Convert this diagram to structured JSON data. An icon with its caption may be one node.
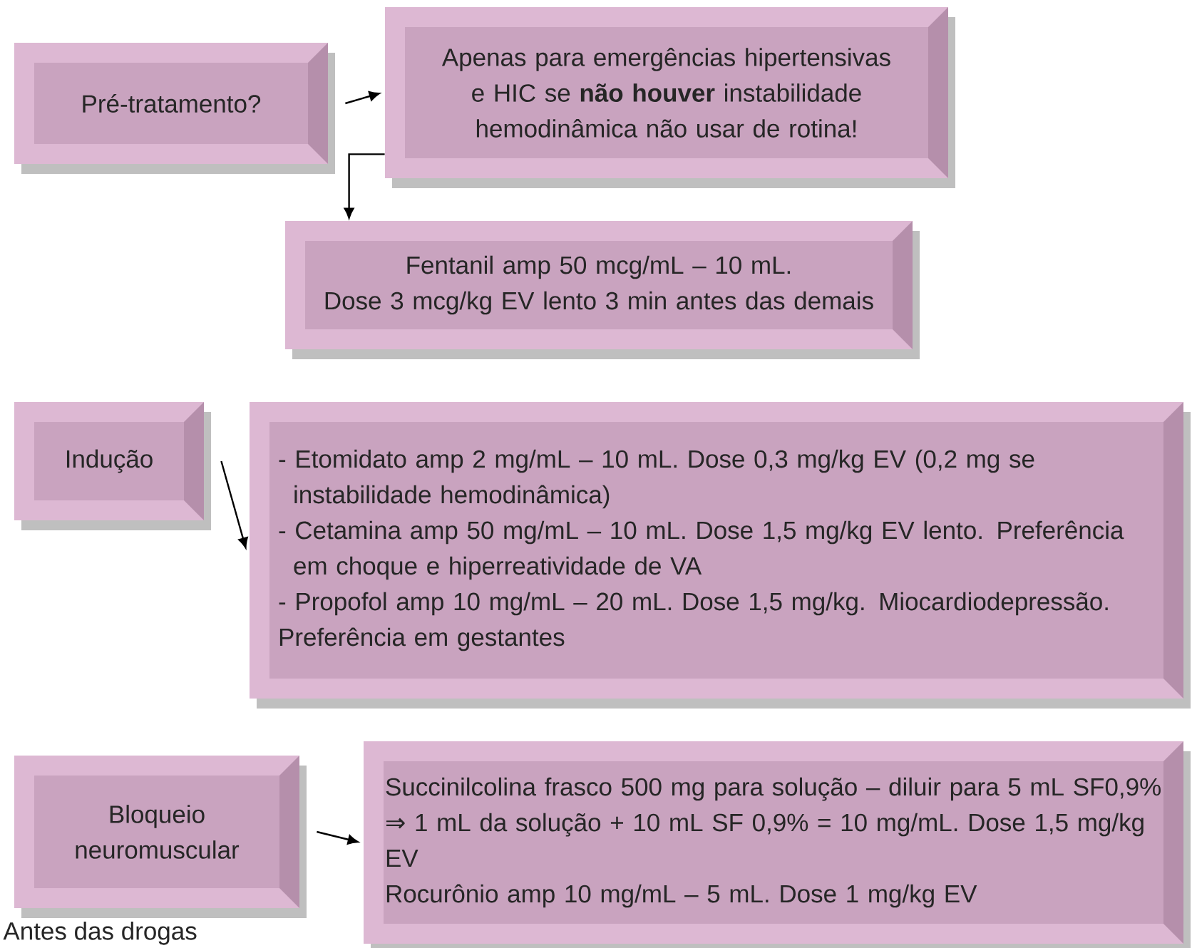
{
  "diagram": {
    "nodes": [
      {
        "text": [
          "Pré-tratamento?"
        ]
      },
      {
        "text": [
          "Apenas para emergências hipertensivas e HIC se **não houver** instabilidade hemodinâmica não usar de rotina!"
        ]
      },
      {
        "text": [
          "Fentanil amp 50 mcg/mL – 10 mL.",
          "Dose 3 mcg/kg EV lento 3 min antes das demais"
        ]
      },
      {
        "text": [
          "Indução"
        ]
      },
      {
        "text": [
          "- Etomidato amp 2 mg/mL – 10 mL. Dose 0,3 mg/kg EV (0,2 mg se instabilidade hemodinâmica)",
          "- Cetamina amp 50 mg/mL – 10 mL. Dose 1,5 mg/kg EV lento. Preferência em choque e hiperreatividade de VA",
          "- Propofol amp 10 mg/mL – 20 mL. Dose 1,5 mg/kg. Miocardiodepressão. Preferência em gestantes"
        ]
      },
      {
        "text": [
          "Bloqueio neuromuscular"
        ]
      },
      {
        "text": [
          "Succinilcolina frasco 500 mg para solução – diluir para 5 mL SF0,9% ⇒ 1 mL da solução + 10 mL SF 0,9% = 10 mg/mL. Dose 1,5 mg/kg EV",
          "Rocurônio amp 10 mg/mL – 5 mL. Dose 1 mg/kg EV"
        ]
      }
    ],
    "edges": [
      {
        "from": 0,
        "to": 1,
        "arrow": "to"
      },
      {
        "from": 1,
        "to": 2,
        "arrow": "to"
      },
      {
        "from": 3,
        "to": 4,
        "arrow": "to"
      },
      {
        "from": 5,
        "to": 6,
        "arrow": "to"
      }
    ],
    "labels": [
      "Antes das drogas"
    ]
  }
}
